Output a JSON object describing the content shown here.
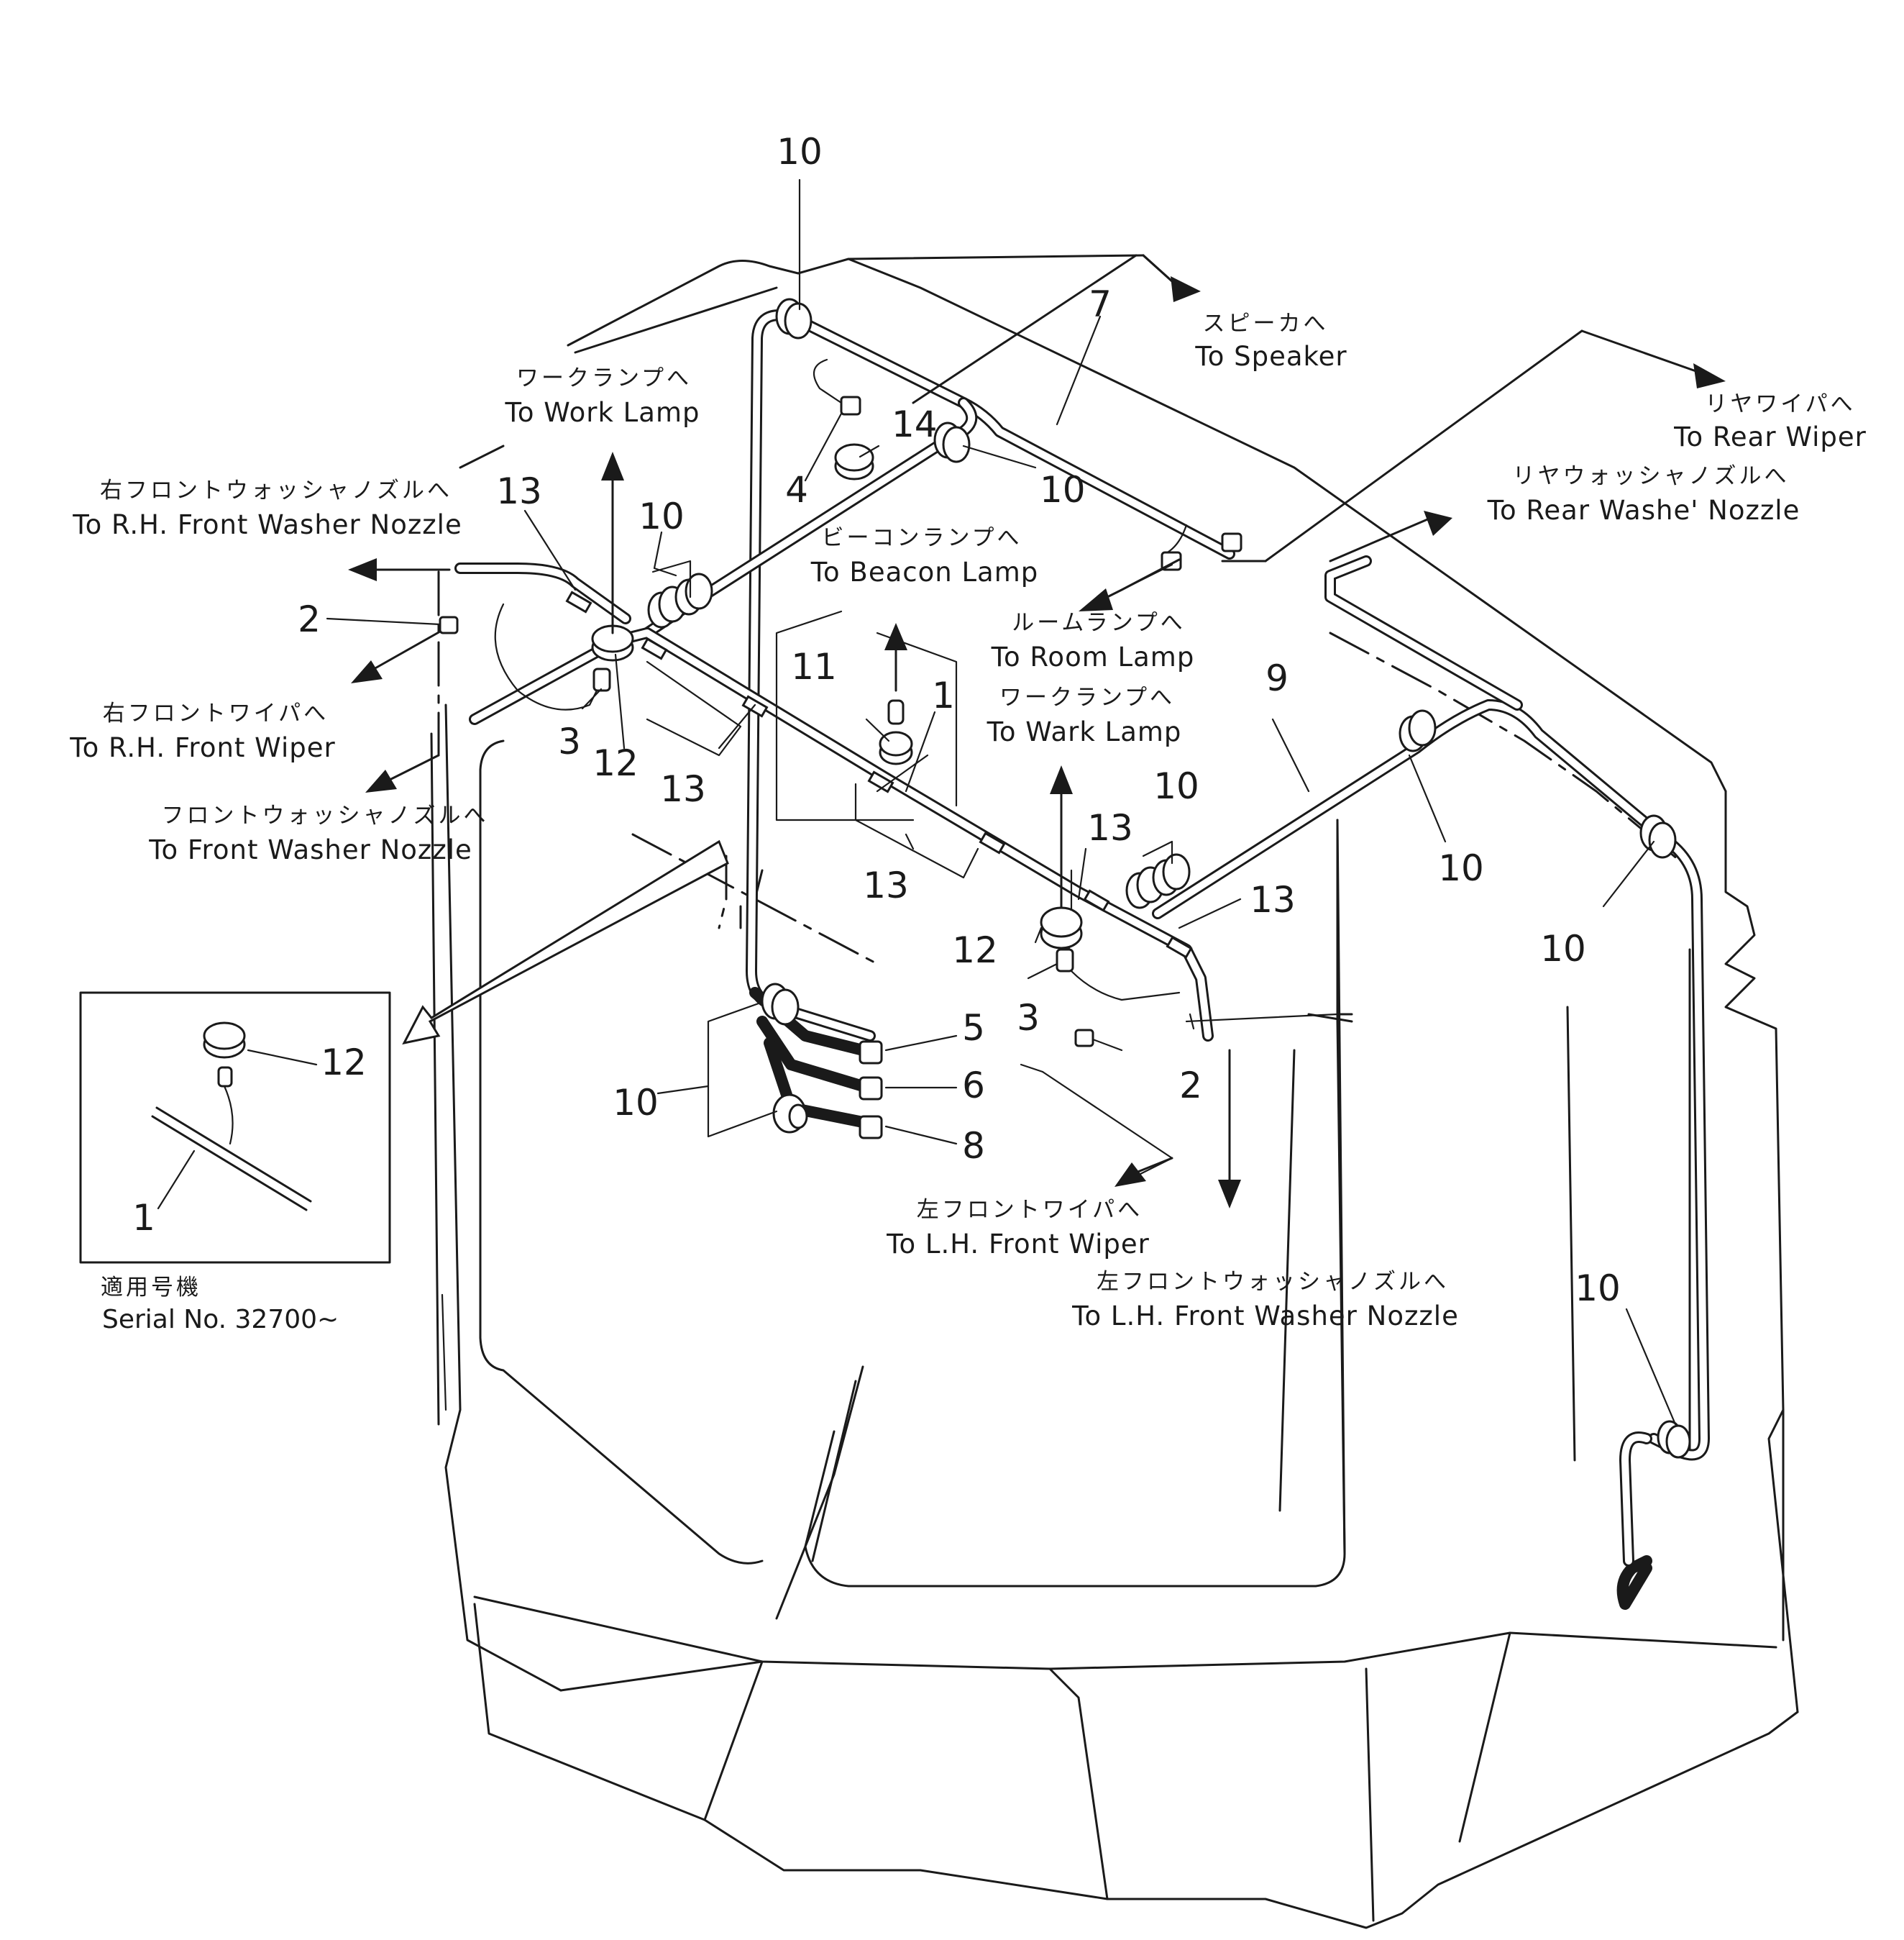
{
  "callouts": {
    "c10_top": "10",
    "c7": "7",
    "c14": "14",
    "c4": "4",
    "c10_mid_right": "10",
    "c13_left": "13",
    "c10_left_bracket": "10",
    "c2_left": "2",
    "c3_left": "3",
    "c12_left": "12",
    "c13_left_lower": "13",
    "c11": "11",
    "c1": "1",
    "c13_center": "13",
    "c9": "9",
    "c10_right_bracket": "10",
    "c13_right_a": "13",
    "c13_right_b": "13",
    "c10_right": "10",
    "c10_far_right": "10",
    "c12_right": "12",
    "c3_right": "3",
    "c2_right": "2",
    "c5": "5",
    "c6": "6",
    "c8": "8",
    "c10_bottom_group": "10",
    "c10_bottom_right": "10",
    "inset_c12": "12",
    "inset_c1": "1"
  },
  "destinations": {
    "speaker": {
      "jp": "スピーカへ",
      "en": "To Speaker"
    },
    "rear_wiper": {
      "jp": "リヤワイパへ",
      "en": "To Rear Wiper"
    },
    "rear_washer": {
      "jp": "リヤウォッシャノズルへ",
      "en": "To Rear Washe' Nozzle"
    },
    "work_lamp_left": {
      "jp": "ワークランプへ",
      "en": "To Work Lamp"
    },
    "rh_front_washer": {
      "jp": "右フロントウォッシャノズルへ",
      "en": "To R.H. Front Washer Nozzle"
    },
    "beacon_lamp": {
      "jp": "ビーコンランプへ",
      "en": "To Beacon Lamp"
    },
    "room_lamp": {
      "jp": "ルームランプへ",
      "en": "To Room Lamp"
    },
    "work_lamp_right": {
      "jp": "ワークランプへ",
      "en": "To Wark Lamp"
    },
    "rh_front_wiper": {
      "jp": "右フロントワイパへ",
      "en": "To R.H. Front Wiper"
    },
    "front_washer": {
      "jp": "フロントウォッシャノズルへ",
      "en": "To Front Washer Nozzle"
    },
    "lh_front_wiper": {
      "jp": "左フロントワイパへ",
      "en": "To L.H. Front Wiper"
    },
    "lh_front_washer": {
      "jp": "左フロントウォッシャノズルへ",
      "en": "To L.H. Front Washer Nozzle"
    }
  },
  "inset": {
    "serial_jp": "適用号機",
    "serial_en": "Serial No. 32700~"
  }
}
